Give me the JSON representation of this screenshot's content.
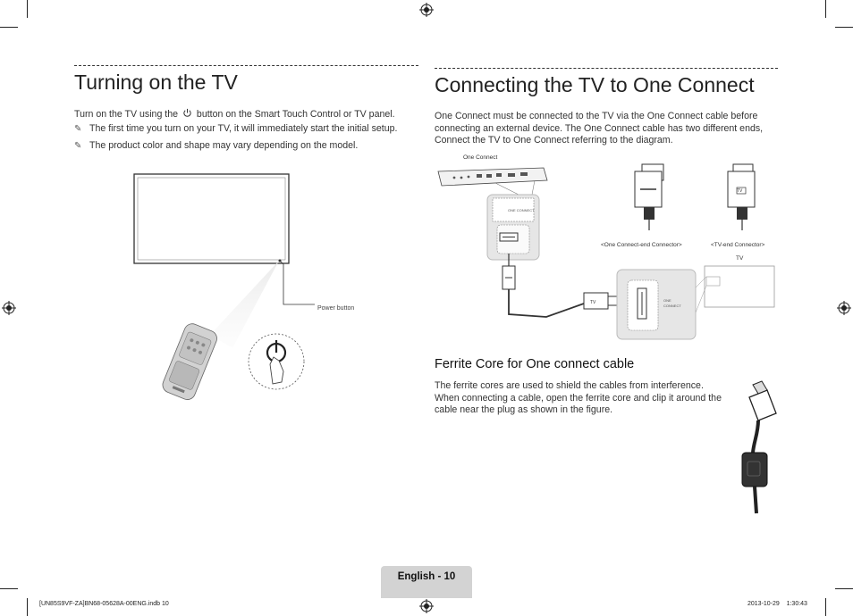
{
  "left": {
    "title": "Turning on the TV",
    "intro_before": "Turn on the TV using the",
    "intro_after": "button on the Smart Touch Control or TV panel.",
    "notes": [
      "The first time you turn on your TV, it will immediately start the initial setup.",
      "The product color and shape may vary depending on the model."
    ],
    "power_button_label": "Power button"
  },
  "right": {
    "title": "Connecting the TV to One Connect",
    "intro": "One Connect must be connected to the TV via the One Connect cable before connecting an external device. The One Connect cable has two different ends, Connect the TV to One Connect referring to the diagram.",
    "one_connect_label": "One Connect",
    "one_connect_end_label": "<One Connect-end Connector>",
    "tv_end_label": "<TV-end Connector>",
    "tv_label": "TV",
    "tv_plug_text": "TV",
    "ferrite_title": "Ferrite Core for One connect cable",
    "ferrite_text": "The ferrite cores are used to shield the cables from interference. When connecting a cable, open the ferrite core and clip it around the cable near the plug as shown in the figure."
  },
  "footer": {
    "page_label": "English - 10",
    "file_info": "[UN85S9VF-ZA]BN68-05628A-00ENG.indb   10",
    "timestamp": "2013-10-29      1:30:43"
  }
}
